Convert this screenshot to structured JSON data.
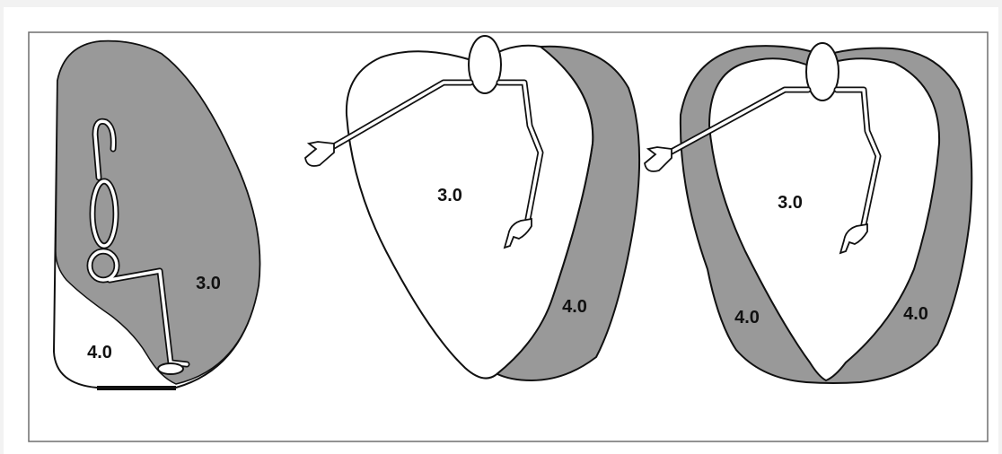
{
  "colors": {
    "page_background": "#f2f2f2",
    "panel_background": "#ffffff",
    "shaded_region": "#999999",
    "outline": "#111111"
  },
  "diagram_1": {
    "upper_region_label": "3.0",
    "lower_region_label": "4.0"
  },
  "diagram_2": {
    "main_region_label": "3.0",
    "right_region_label": "4.0"
  },
  "diagram_3": {
    "main_region_label": "3.0",
    "left_region_label": "4.0",
    "right_region_label": "4.0"
  }
}
